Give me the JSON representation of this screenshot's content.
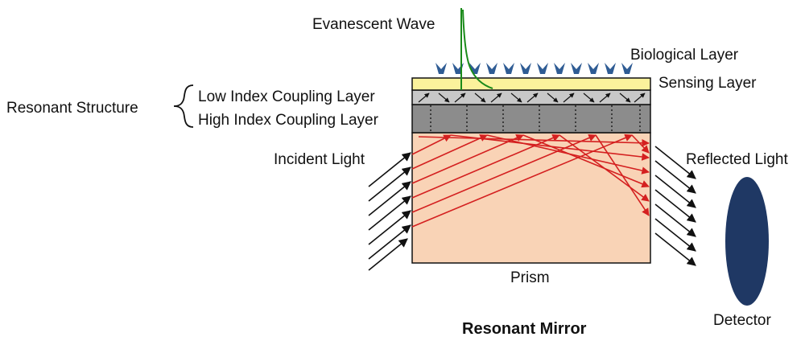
{
  "labels": {
    "evanescent_wave": "Evanescent Wave",
    "biological_layer": "Biological Layer",
    "sensing_layer": "Sensing Layer",
    "low_index_layer": "Low Index Coupling Layer",
    "high_index_layer": "High Index Coupling Layer",
    "resonant_structure": "Resonant Structure",
    "incident_light": "Incident Light",
    "reflected_light": "Reflected Light",
    "prism": "Prism",
    "detector": "Detector"
  },
  "title": "Resonant Mirror",
  "colors": {
    "prism_fill": "#f9d3b6",
    "sensing_layer": "#fbf29c",
    "low_index_layer": "#c8c8c8",
    "high_index_layer": "#8c8c8c",
    "biomolecule": "#2f5c94",
    "evanescent_wave": "#1a8a1a",
    "internal_rays": "#d42020",
    "detector": "#1f3864",
    "outline": "#111111"
  },
  "icons": {
    "biomolecule": "chevron-down-shape",
    "detector": "ellipse-shape"
  }
}
